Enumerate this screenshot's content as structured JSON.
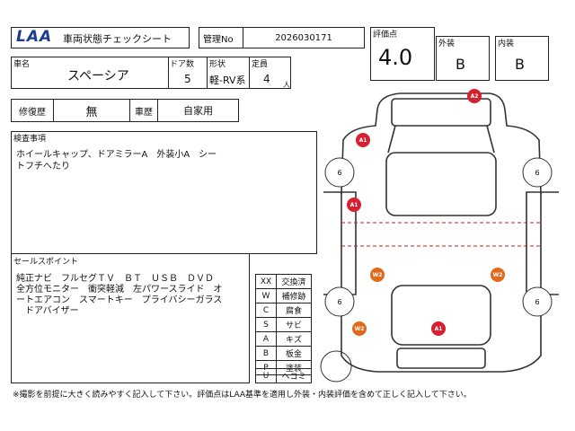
{
  "header": {
    "logo_text": "LAA",
    "sheet_title": "車両状態チェックシート",
    "mgmt_label": "管理No",
    "mgmt_value": "2026030171"
  },
  "scores": {
    "overall_label": "評価点",
    "overall_value": "4.0",
    "exterior_label": "外装",
    "exterior_value": "B",
    "interior_label": "内装",
    "interior_value": "B"
  },
  "vehicle": {
    "name_label": "車名",
    "name_value": "スペーシア",
    "doors_label": "ドア数",
    "doors_value": "5",
    "shape_label": "形状",
    "shape_value": "軽-RV系",
    "capacity_label": "定員",
    "capacity_value": "4",
    "capacity_unit": "人"
  },
  "history": {
    "repair_label": "修復歴",
    "repair_value": "無",
    "usage_label": "車歴",
    "usage_value": "自家用"
  },
  "inspection": {
    "label": "検査事項",
    "lines": [
      "ホイールキャップ、ドアミラーA　外装小A　シー",
      "トフチへたり"
    ]
  },
  "selling": {
    "label": "セールスポイント",
    "lines": [
      "純正ナビ　フルセグＴＶ　ＢＴ　ＵＳＢ　ＤＶＤ",
      "全方位モニター　衝突軽減　左パワースライド　オ",
      "ートエアコン　スマートキー　プライバシーガラス",
      "　ドアバイザー"
    ]
  },
  "codes": [
    {
      "code": "XX",
      "meaning": "交換済"
    },
    {
      "code": "W",
      "meaning": "補修跡"
    },
    {
      "code": "C",
      "meaning": "腐食"
    },
    {
      "code": "S",
      "meaning": "サビ"
    },
    {
      "code": "A",
      "meaning": "キズ"
    },
    {
      "code": "B",
      "meaning": "板金"
    },
    {
      "code": "P",
      "meaning": "塗装"
    },
    {
      "code": "U",
      "meaning": "ヘコミ"
    }
  ],
  "diagram": {
    "tire_label": "6",
    "marks": [
      "A2",
      "A1",
      "A1",
      "W2",
      "W2",
      "W2",
      "A1"
    ],
    "colors": {
      "red": "#d62030",
      "orange": "#e06a1c",
      "tire": "#ffffff"
    }
  },
  "footer": {
    "note": "※撮影を前提に大きく読みやすく記入して下さい。評価点はLAA基準を適用し外装・内装評価を含めて正しく記入して下さい。"
  }
}
